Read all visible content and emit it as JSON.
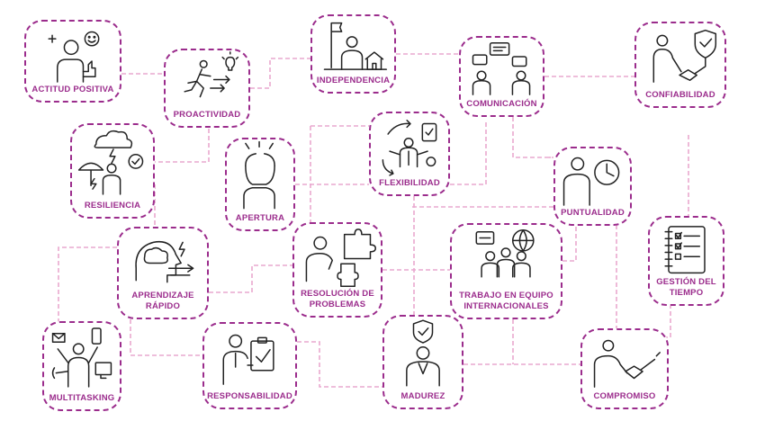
{
  "colors": {
    "accent": "#9b2c8c",
    "connector": "#e9a8cf",
    "ink": "#222222"
  },
  "nodes": {
    "actitud": {
      "label": "ACTITUD POSITIVA",
      "icon": "thumbs-up-person-icon"
    },
    "proactividad": {
      "label": "PROACTIVIDAD",
      "icon": "running-person-idea-icon"
    },
    "independencia": {
      "label": "INDEPENDENCIA",
      "icon": "person-flag-house-icon"
    },
    "comunicacion": {
      "label": "COMUNICACIÓN",
      "icon": "people-chat-bubbles-icon"
    },
    "confiabilidad": {
      "label": "CONFIABILIDAD",
      "icon": "handshake-shield-icon"
    },
    "resiliencia": {
      "label": "RESILIENCIA",
      "icon": "person-umbrella-storm-icon"
    },
    "apertura": {
      "label": "APERTURA",
      "icon": "open-head-icon"
    },
    "flexibilidad": {
      "label": "FLEXIBILIDAD",
      "icon": "person-arrows-gears-icon"
    },
    "puntualidad": {
      "label": "PUNTUALIDAD",
      "icon": "person-clock-icon"
    },
    "gestion": {
      "label": "GESTIÓN DEL\nTIEMPO",
      "icon": "checklist-icon"
    },
    "aprendizaje": {
      "label": "APRENDIZAJE\nRÁPIDO",
      "icon": "brain-head-arrows-icon"
    },
    "resolucion": {
      "label": "RESOLUCIÓN DE\nPROBLEMAS",
      "icon": "person-puzzle-icon"
    },
    "trabajo": {
      "label": "TRABAJO EN EQUIPO\nINTERNACIONALES",
      "icon": "team-globe-icon"
    },
    "multitasking": {
      "label": "MULTITASKING",
      "icon": "multitasking-person-icon"
    },
    "responsabilidad": {
      "label": "RESPONSABILIDAD",
      "icon": "person-clipboard-icon"
    },
    "madurez": {
      "label": "MADUREZ",
      "icon": "person-shield-icon"
    },
    "compromiso": {
      "label": "COMPROMISO",
      "icon": "handshake-icon"
    }
  }
}
